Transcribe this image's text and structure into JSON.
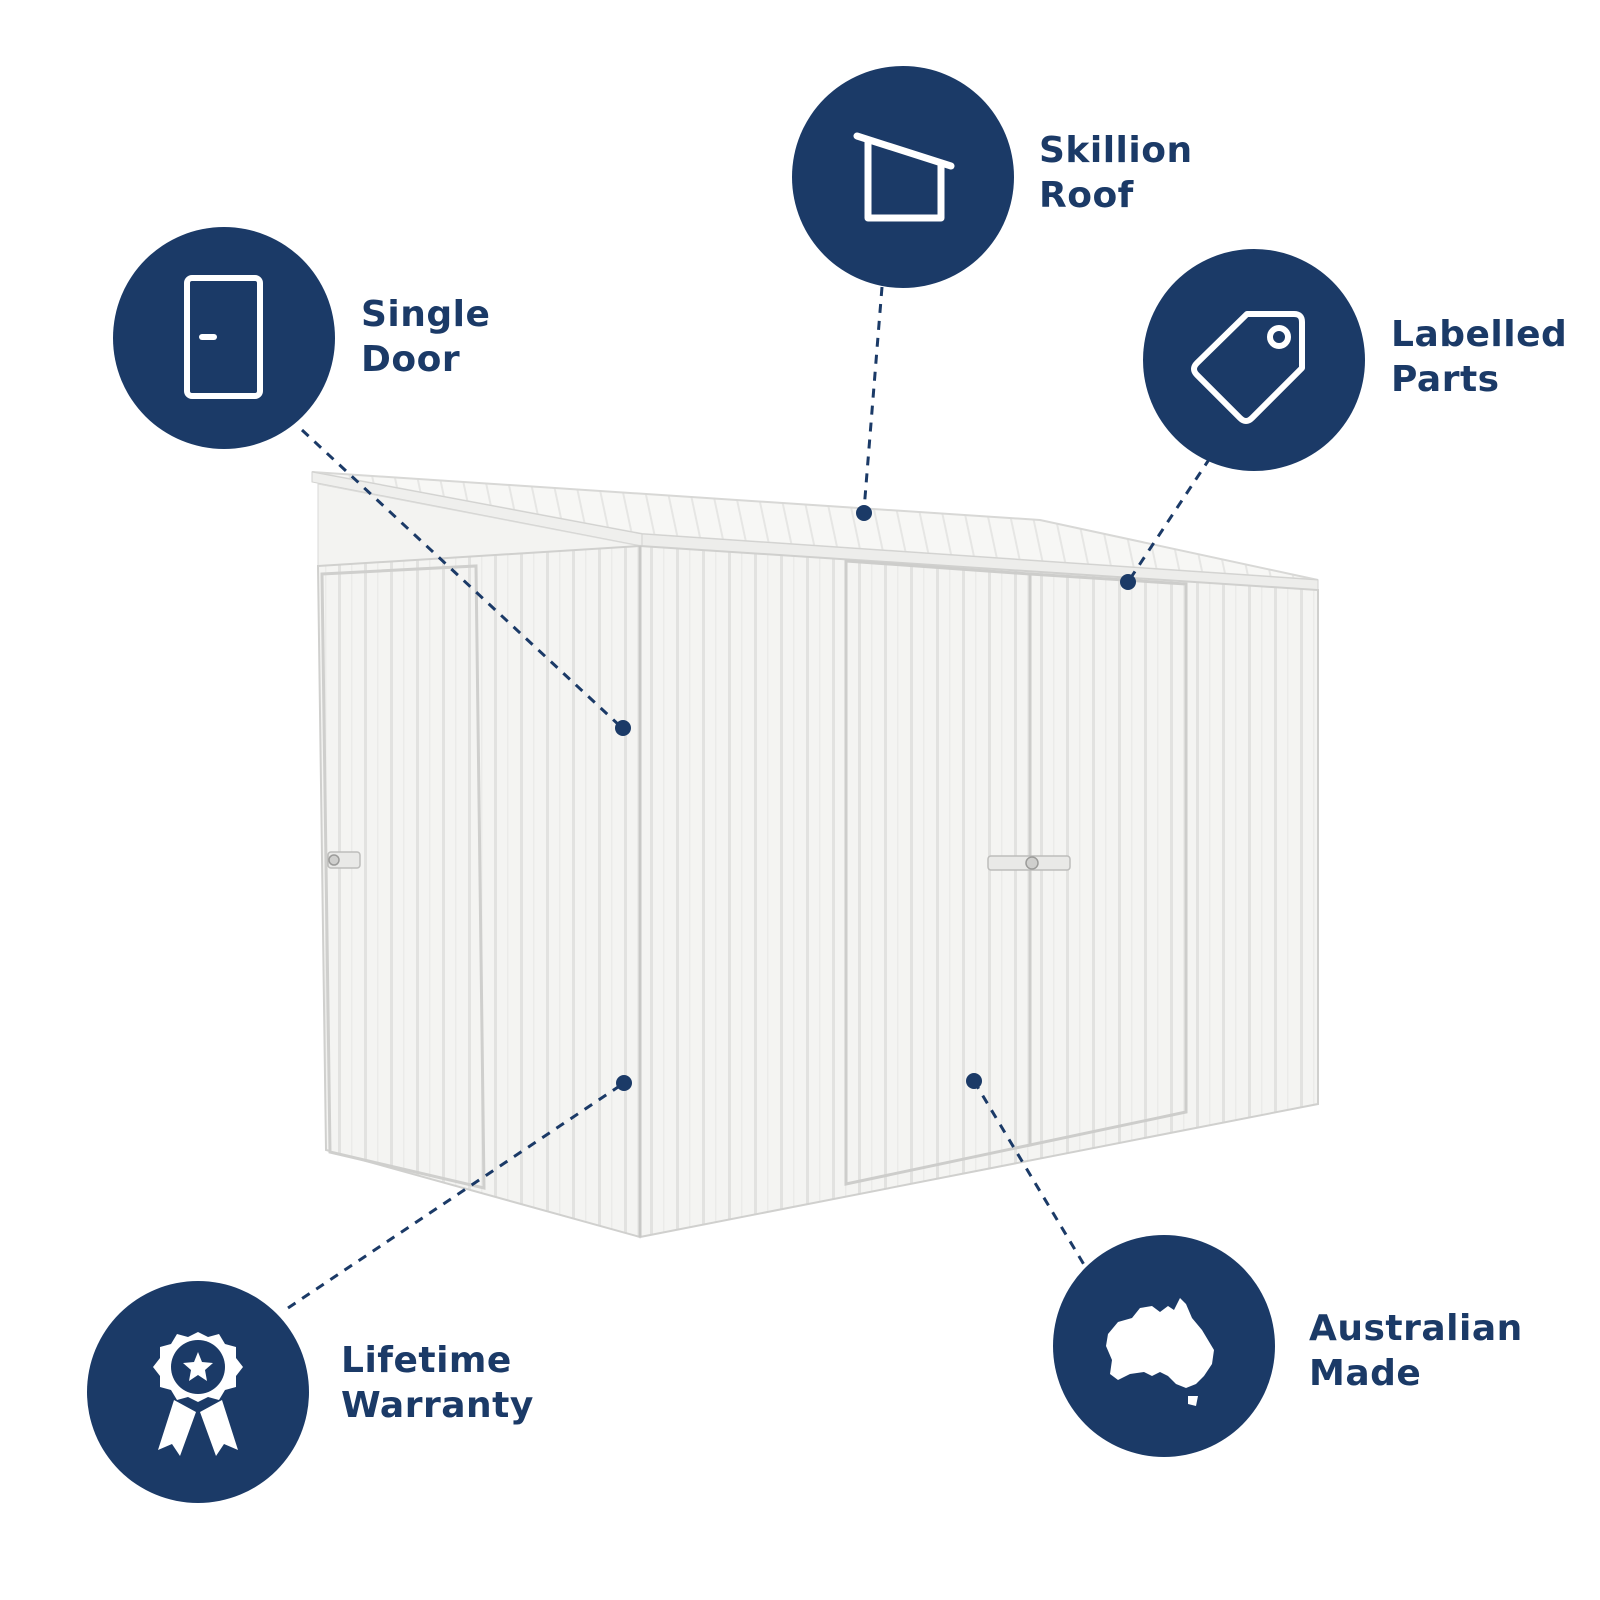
{
  "colors": {
    "navy": "#1b3a67",
    "background": "#ffffff",
    "shed_white": "#f6f6f4",
    "shed_shadow": "#e4e4e2",
    "shed_rib": "#dcdcda"
  },
  "features": [
    {
      "id": "single-door",
      "icon": "door-icon",
      "line1": "Single",
      "line2": "Door"
    },
    {
      "id": "skillion-roof",
      "icon": "skillion-roof-icon",
      "line1": "Skillion",
      "line2": "Roof"
    },
    {
      "id": "labelled-parts",
      "icon": "price-tag-icon",
      "line1": "Labelled",
      "line2": "Parts"
    },
    {
      "id": "lifetime-warranty",
      "icon": "award-ribbon-icon",
      "line1": "Lifetime",
      "line2": "Warranty"
    },
    {
      "id": "australian-made",
      "icon": "australia-map-icon",
      "line1": "Australian",
      "line2": "Made"
    }
  ]
}
